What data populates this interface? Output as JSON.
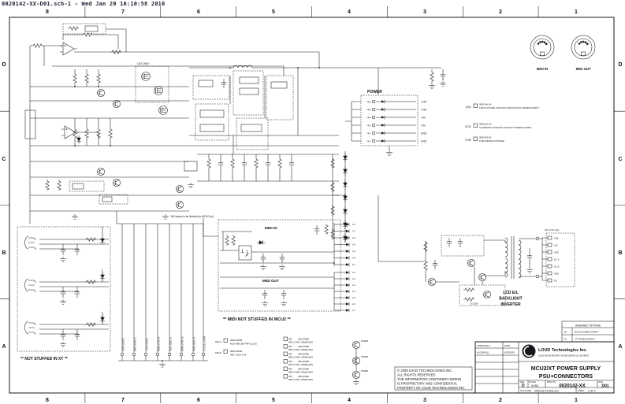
{
  "window_title": "0020142-XX-D01.sch-1 - Wed Jan 20 16:10:58 2010",
  "frame": {
    "cols": [
      "8",
      "7",
      "6",
      "5",
      "4",
      "3",
      "2",
      "1"
    ],
    "rows": [
      "D",
      "C",
      "B",
      "A"
    ]
  },
  "din": {
    "in_label": "MIDI IN",
    "out_label": "MIDI OUT"
  },
  "power": {
    "label": "POWER",
    "tps": [
      "TP6",
      "TP5",
      "TP4",
      "TP3",
      "TP2",
      "TP1"
    ],
    "nets": [
      "+15V",
      "+15V",
      "+5V",
      "+5V",
      "GND",
      "GND"
    ]
  },
  "notes": [
    {
      "prefix": "(XX):",
      "pn": "0020144-XX",
      "desc": "TEST FIXTURE, PCB ASSY MCU2/XT(JX) POWER SUPPLY"
    },
    {
      "prefix": "SCH:",
      "pn": "0020142-XX",
      "desc": "SCHEMATIC PCB ASSY MCU2/XT POWER SUPPLY"
    },
    {
      "prefix": "PCB:",
      "pn": "0020143-XX",
      "desc": "PCB FAB MCU2 POWER"
    }
  ],
  "midi": {
    "in_label": "MIDI IN",
    "out_label": "MIDI OUT",
    "caption": "** MIDI NOT STUFFED IN MCU2 **",
    "top_note": "NO traces to be (below) for MCU2 (m)",
    "in_pins": [
      "3-1",
      "3-2",
      "3-3",
      "3-4",
      "3-5",
      "3-6",
      "3-7"
    ],
    "out_pins": [
      "2-1",
      "2-2",
      "2-3",
      "2-4",
      "2-5",
      "2-6",
      "2-7"
    ]
  },
  "xt": {
    "caption": "** NOT STUFFED IN XT **"
  },
  "bus": {
    "labels": [
      "PWR_GOOD",
      "RMT_PWR_C",
      "+15V_UNSW",
      "MAIN_PWR_A",
      "PWR_GND_A",
      "MAIN_PWR_B",
      "PWR_GND_B",
      "LCD_BL_PWM"
    ]
  },
  "mch_notes": [
    {
      "prefix": "MCH1",
      "pn": "0060-00368",
      "desc": "MCH-68K(J8) PHP CLOCK"
    },
    {
      "prefix": "MCH2",
      "pn": "0060-00369",
      "desc": "NET LOCK 6-40"
    }
  ],
  "dni": {
    "rows": [
      {
        "ref": "R40",
        "pn": "2040-00368",
        "desc": "RES 0 OHM, CR5(B) 0603"
      },
      {
        "ref": "R41",
        "pn": "2040-00368",
        "desc": "RES 0 OHM, CR5(B) 0603"
      },
      {
        "ref": "R42",
        "pn": "2040-00368",
        "desc": "RES 0 OHM, CR5(B) 0603"
      },
      {
        "ref": "R43",
        "pn": "2040-00368",
        "desc": "RES 0 OHM, CR5(B) 0603"
      },
      {
        "ref": "R44",
        "pn": "2040-00368",
        "desc": "RES 0 OHM, CR5(B) 0603"
      },
      {
        "ref": "R45",
        "pn": "2040-00368",
        "desc": "RES 0 OHM, CR5(B) 0603"
      }
    ],
    "transistors": [
      "2N3906",
      "2N3906",
      "2N3906"
    ]
  },
  "inverter": {
    "lines": [
      "LCD E/L",
      "BACKLIGHT",
      "INVERTER"
    ],
    "conn_note": "(Not CX2 only)",
    "pins": [
      "GND",
      "+5V",
      "GND",
      "EL_A",
      "EL_B",
      "GND",
      "NC"
    ]
  },
  "annotations": {
    "cx2_only": "CX2 ONLY",
    "cx2_dni": "CX2 DNI"
  },
  "copyright": {
    "l1": "© 2009 LOUD TECHNOLOGIES INC.",
    "l2": "ALL RIGHTS RESERVED",
    "l3": "THE INFORMATION CONTAINED HEREIN",
    "l4": "IS PROPRIETARY AND CONFIDENTIAL",
    "l5": "PROPERTY OF LOUD TECHNOLOGIES INC."
  },
  "assembly": {
    "title": "ASSEMBLY OPTIONS",
    "rows": [
      {
        "code": "-00",
        "desc": "MCU2 POWER SUPPLY"
      },
      {
        "code": "-01",
        "desc": "XT POWER SUPPLY"
      }
    ]
  },
  "title_block": {
    "approvals": "APPROVALS",
    "date": "DATE",
    "drawn_name": "M.CARVELL",
    "drawn_date": "6/29/2009",
    "company": "LOUD Technologies Inc.",
    "address": "16220 WOOD-RED RD. NE  WOODINVILLE, WA 98072",
    "title1": "MCU2/XT POWER SUPPLY",
    "title2": "PSU+CONNECTORS",
    "size_label": "SIZE",
    "size": "D",
    "scale_label": "SCALE",
    "scale": "NONE",
    "dwg_label": "DWG NO.",
    "dwg": "0020142-XX",
    "rev_label": "REV",
    "rev": "D01",
    "file_label": "FILE NAME:",
    "file": "0020142-XX-D01.sch",
    "sheet_label": "SHEET",
    "sheet": "1 OF 1"
  }
}
